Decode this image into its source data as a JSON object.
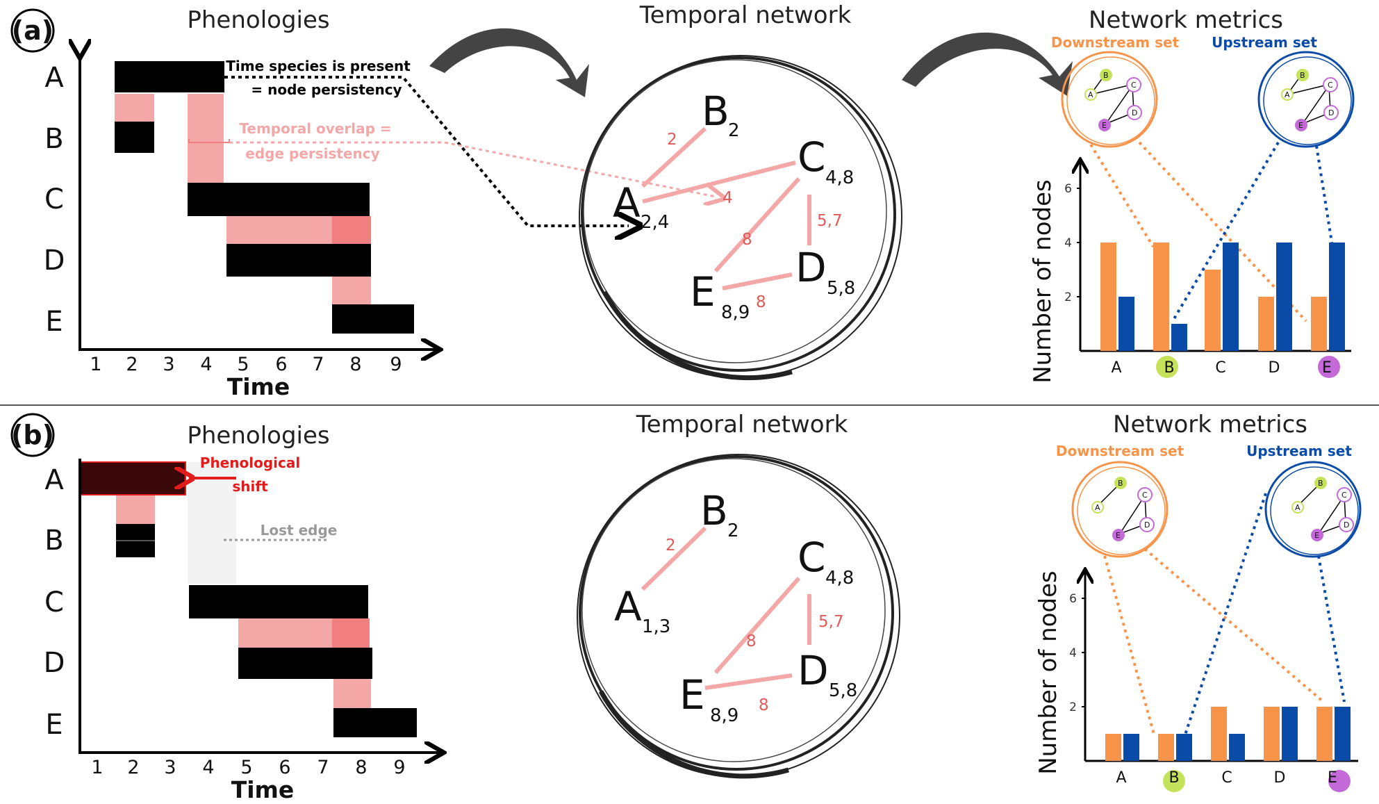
{
  "panels": [
    {
      "label": "(a)",
      "phenology": {
        "title": "Phenologies",
        "species": [
          "A",
          "B",
          "C",
          "D",
          "E"
        ],
        "time_ticks": [
          "1",
          "2",
          "3",
          "4",
          "5",
          "6",
          "7",
          "8",
          "9"
        ],
        "x_label": "Time",
        "annotations": {
          "node_line1": "Time species is present",
          "node_line2": "= node persistency",
          "edge_line1": "Temporal overlap =",
          "edge_line2": "edge persistency"
        }
      },
      "network": {
        "title": "Temporal network",
        "nodes": [
          {
            "id": "A",
            "sub": "2,4"
          },
          {
            "id": "B",
            "sub": "2"
          },
          {
            "id": "C",
            "sub": "4,8"
          },
          {
            "id": "D",
            "sub": "5,8"
          },
          {
            "id": "E",
            "sub": "8,9"
          }
        ],
        "edges": [
          {
            "from": "A",
            "to": "B",
            "weight": "2"
          },
          {
            "from": "A",
            "to": "C",
            "weight": "4"
          },
          {
            "from": "C",
            "to": "D",
            "weight": "5,7"
          },
          {
            "from": "C",
            "to": "E",
            "weight": "8"
          },
          {
            "from": "E",
            "to": "D",
            "weight": "8"
          }
        ]
      },
      "metrics": {
        "title": "Network metrics",
        "downstream_label": "Downstream set",
        "upstream_label": "Upstream set",
        "y_label": "Number of nodes",
        "y_ticks": [
          "2",
          "4",
          "6"
        ],
        "mini_labels": [
          "A",
          "B",
          "C",
          "D",
          "E"
        ]
      }
    },
    {
      "label": "(b)",
      "phenology": {
        "title": "Phenologies",
        "species": [
          "A",
          "B",
          "C",
          "D",
          "E"
        ],
        "time_ticks": [
          "1",
          "2",
          "3",
          "4",
          "5",
          "6",
          "7",
          "8",
          "9"
        ],
        "x_label": "Time",
        "annotations": {
          "shift_line1": "Phenological",
          "shift_line2": "shift",
          "lost": "Lost edge"
        }
      },
      "network": {
        "title": "Temporal network",
        "nodes": [
          {
            "id": "A",
            "sub": "1,3"
          },
          {
            "id": "B",
            "sub": "2"
          },
          {
            "id": "C",
            "sub": "4,8"
          },
          {
            "id": "D",
            "sub": "5,8"
          },
          {
            "id": "E",
            "sub": "8,9"
          }
        ],
        "edges": [
          {
            "from": "A",
            "to": "B",
            "weight": "2"
          },
          {
            "from": "C",
            "to": "D",
            "weight": "5,7"
          },
          {
            "from": "C",
            "to": "E",
            "weight": "8"
          },
          {
            "from": "E",
            "to": "D",
            "weight": "8"
          }
        ]
      },
      "metrics": {
        "title": "Network metrics",
        "downstream_label": "Downstream set",
        "upstream_label": "Upstream set",
        "y_label": "Number of nodes",
        "y_ticks": [
          "2",
          "4",
          "6"
        ],
        "mini_labels": [
          "A",
          "B",
          "C",
          "D",
          "E"
        ]
      }
    }
  ],
  "colors": {
    "presence": "#000000",
    "overlap": "#f4a7a7",
    "overlap_strong": "#f27f7f",
    "shifted": "#3a0808",
    "shift_arrow": "#e21b1b",
    "downstream": "#f7944a",
    "upstream": "#0a4ba8",
    "highlight_b": "#c4e35a",
    "highlight_e": "#c46ad8",
    "edge": "#f4a7a7"
  },
  "chart_data": [
    {
      "type": "bar",
      "title": "",
      "xlabel": "",
      "ylabel": "Number of nodes",
      "categories": [
        "A",
        "B",
        "C",
        "D",
        "E"
      ],
      "ylim": [
        0,
        7
      ],
      "series": [
        {
          "name": "Downstream set",
          "values": [
            4,
            4,
            3,
            2,
            2
          ]
        },
        {
          "name": "Upstream set",
          "values": [
            2,
            1,
            4,
            4,
            4
          ]
        }
      ]
    },
    {
      "type": "bar",
      "title": "",
      "xlabel": "",
      "ylabel": "Number of nodes",
      "categories": [
        "A",
        "B",
        "C",
        "D",
        "E"
      ],
      "ylim": [
        0,
        7
      ],
      "series": [
        {
          "name": "Downstream set",
          "values": [
            1,
            1,
            2,
            2,
            2
          ]
        },
        {
          "name": "Upstream set",
          "values": [
            1,
            1,
            1,
            2,
            2
          ]
        }
      ]
    }
  ]
}
